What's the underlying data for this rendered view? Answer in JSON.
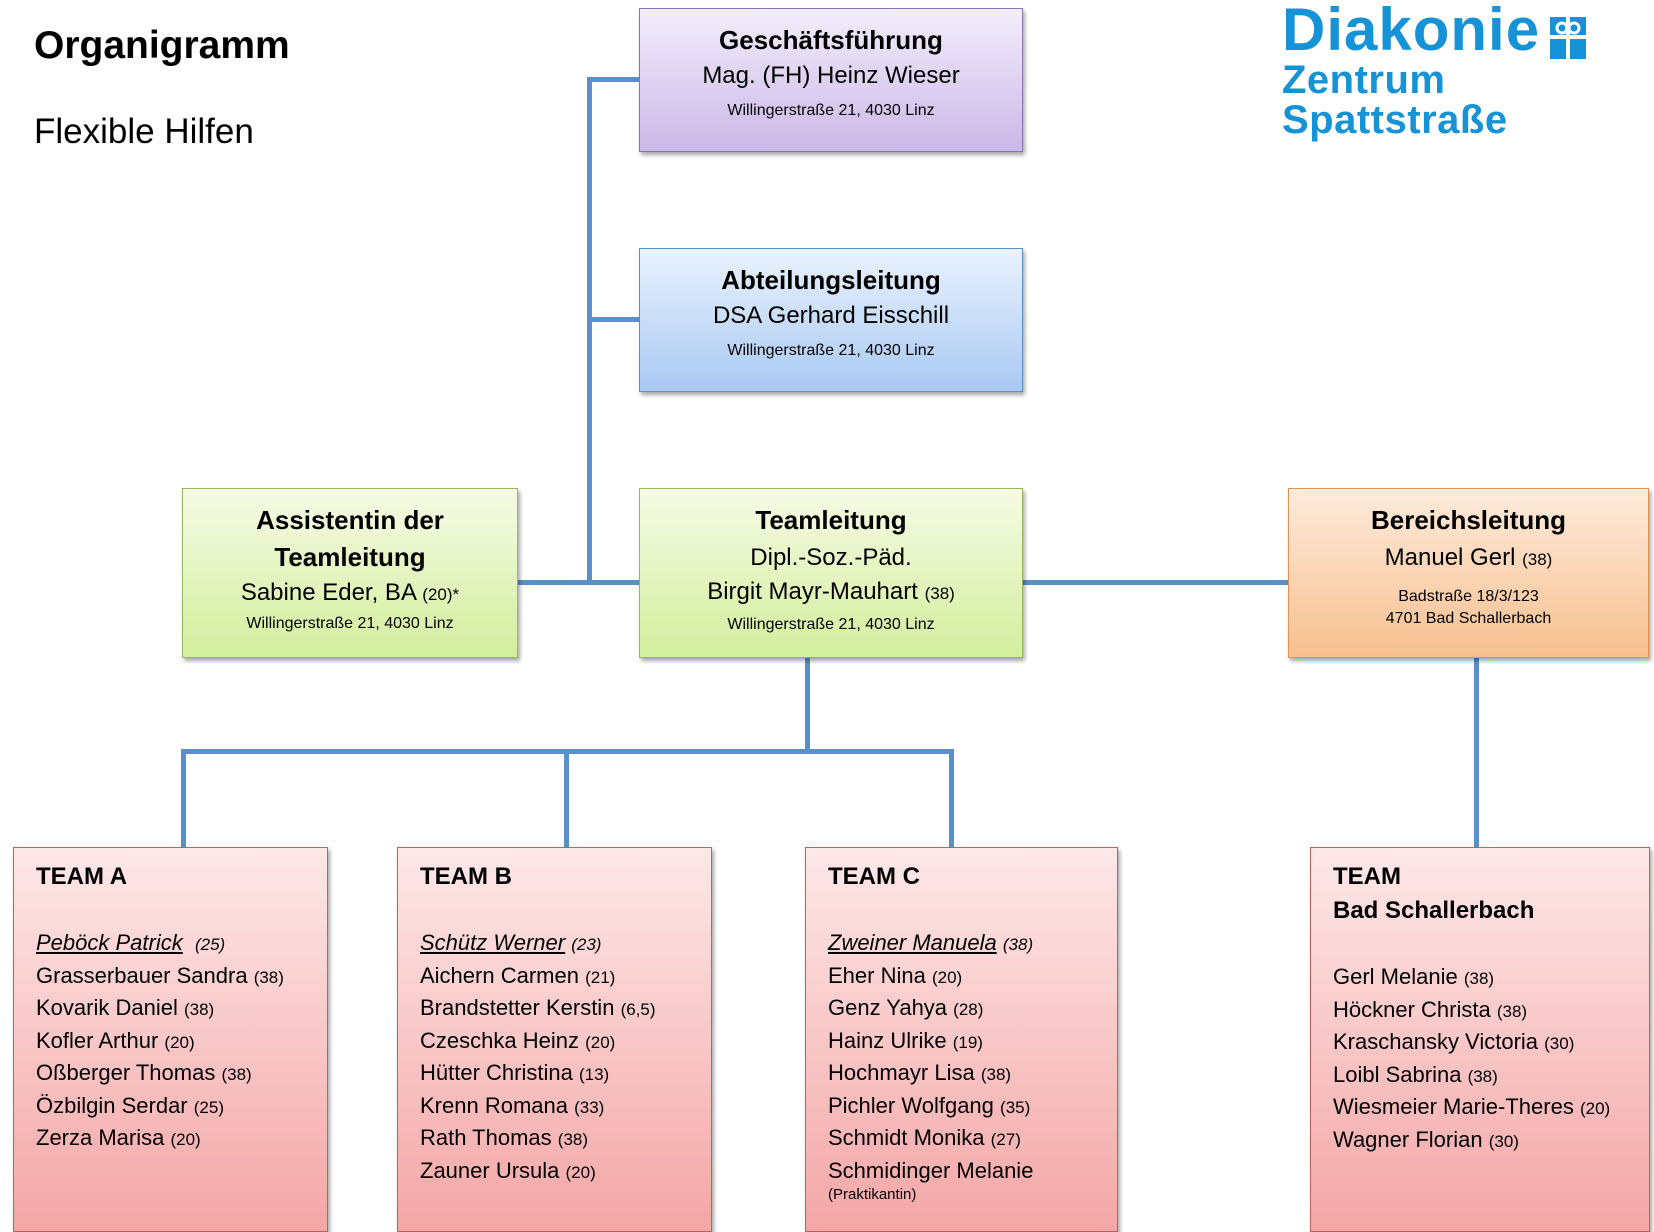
{
  "header": {
    "title": "Organigramm",
    "subtitle": "Flexible Hilfen"
  },
  "logo": {
    "main": "Diakonie",
    "line1": "Zentrum",
    "line2": "Spattstraße",
    "color": "#1593d6"
  },
  "nodes": {
    "geschaeftsfuehrung": {
      "role": "Geschäftsführung",
      "person": "Mag. (FH) Heinz Wieser",
      "address": "Willingerstraße 21, 4030 Linz"
    },
    "abteilungsleitung": {
      "role": "Abteilungsleitung",
      "person": "DSA Gerhard Eisschill",
      "address": "Willingerstraße 21, 4030 Linz"
    },
    "assistentin": {
      "role_line1": "Assistentin der",
      "role_line2": "Teamleitung",
      "person": "Sabine Eder, BA",
      "hours": "(20)*",
      "address": "Willingerstraße 21, 4030 Linz"
    },
    "teamleitung": {
      "role": "Teamleitung",
      "person_line1": "Dipl.-Soz.-Päd.",
      "person_line2": "Birgit Mayr-Mauhart",
      "hours": "(38)",
      "address": "Willingerstraße 21, 4030 Linz"
    },
    "bereichsleitung": {
      "role": "Bereichsleitung",
      "person": "Manuel Gerl",
      "hours": "(38)",
      "address_line1": "Badstraße 18/3/123",
      "address_line2": "4701 Bad Schallerbach"
    }
  },
  "teams": {
    "a": {
      "title": "TEAM A",
      "lead_name": "Peböck Patrick",
      "lead_hours": "(25)",
      "members": [
        {
          "name": "Grasserbauer Sandra",
          "hours": "(38)"
        },
        {
          "name": "Kovarik Daniel",
          "hours": "(38)"
        },
        {
          "name": "Kofler Arthur",
          "hours": "(20)"
        },
        {
          "name": "Oßberger Thomas",
          "hours": "(38)"
        },
        {
          "name": "Özbilgin Serdar",
          "hours": "(25)"
        },
        {
          "name": "Zerza Marisa",
          "hours": "(20)"
        }
      ]
    },
    "b": {
      "title": "TEAM B",
      "lead_name": "Schütz Werner",
      "lead_hours": "(23)",
      "members": [
        {
          "name": "Aichern Carmen",
          "hours": "(21)"
        },
        {
          "name": "Brandstetter Kerstin",
          "hours": "(6,5)"
        },
        {
          "name": "Czeschka Heinz",
          "hours": "(20)"
        },
        {
          "name": "Hütter Christina",
          "hours": "(13)"
        },
        {
          "name": "Krenn Romana",
          "hours": "(33)"
        },
        {
          "name": "Rath Thomas",
          "hours": "(38)"
        },
        {
          "name": "Zauner Ursula",
          "hours": "(20)"
        }
      ]
    },
    "c": {
      "title": "TEAM C",
      "lead_name": "Zweiner Manuela",
      "lead_hours": "(38)",
      "members": [
        {
          "name": "Eher Nina",
          "hours": "(20)"
        },
        {
          "name": "Genz Yahya",
          "hours": "(28)"
        },
        {
          "name": "Hainz Ulrike",
          "hours": "(19)"
        },
        {
          "name": "Hochmayr Lisa",
          "hours": "(38)"
        },
        {
          "name": "Pichler Wolfgang",
          "hours": "(35)"
        },
        {
          "name": "Schmidt Monika",
          "hours": "(27)"
        },
        {
          "name": "Schmidinger Melanie",
          "hours": "",
          "note": "(Praktikantin)"
        }
      ]
    },
    "bs": {
      "title_line1": "TEAM",
      "title_line2": "Bad Schallerbach",
      "members": [
        {
          "name": "Gerl Melanie",
          "hours": "(38)"
        },
        {
          "name": "Höckner Christa",
          "hours": "(38)"
        },
        {
          "name": "Kraschansky Victoria",
          "hours": "(30)"
        },
        {
          "name": "Loibl Sabrina",
          "hours": "(38)"
        },
        {
          "name": "Wiesmeier Marie-Theres",
          "hours": "(20)"
        },
        {
          "name": "Wagner Florian",
          "hours": "(30)"
        }
      ]
    }
  }
}
